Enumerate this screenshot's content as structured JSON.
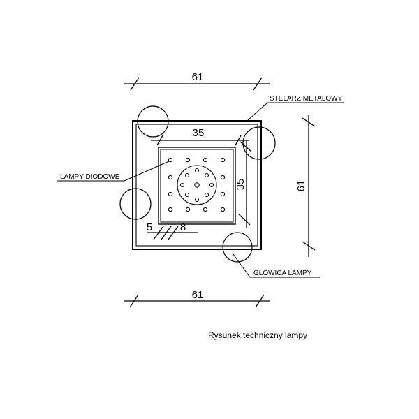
{
  "dimensions": {
    "top_width": "61",
    "bottom_width": "61",
    "right_height": "61",
    "inner_width": "35",
    "inner_height": "35",
    "small_left": "5",
    "small_right": "8"
  },
  "labels": {
    "frame": "STELARZ METALOWY",
    "leds": "LAMPY DIODOWE",
    "head": "GŁOWICA LAMPY"
  },
  "caption": "Rysunek techniczny lampy"
}
